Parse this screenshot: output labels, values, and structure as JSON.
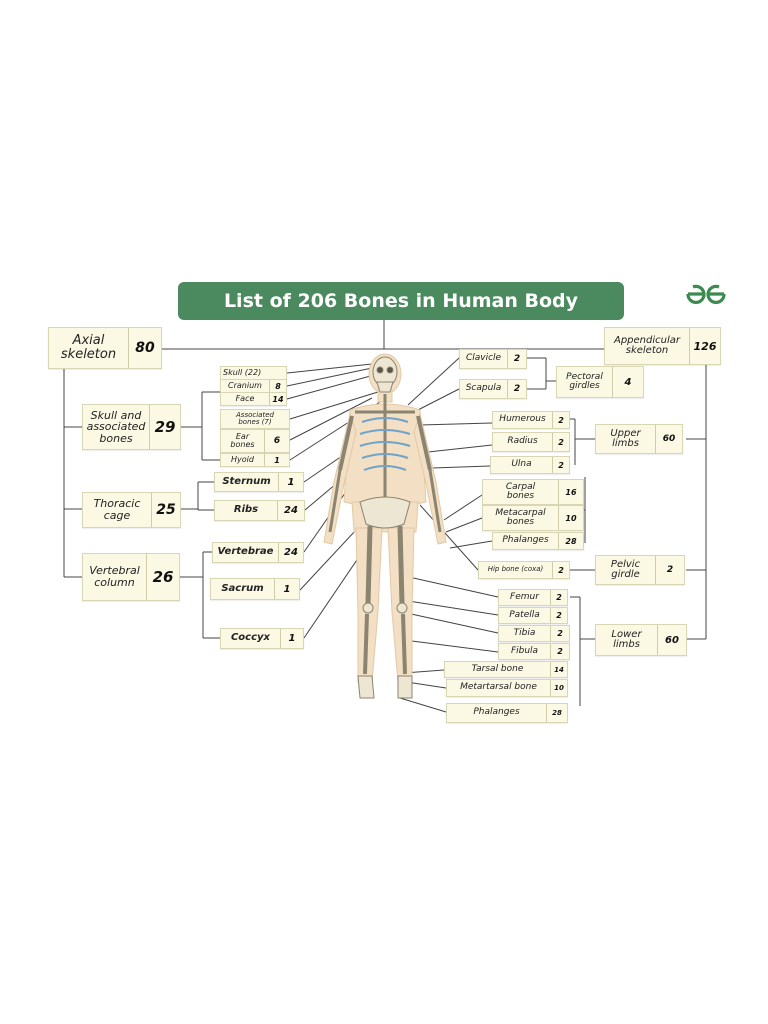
{
  "title": "List of 206 Bones in Human Body",
  "brand": {
    "logo_icon": "geeksforgeeks-logo-icon",
    "color": "#4a8a5e"
  },
  "colors": {
    "box_fill": "#fbf9e4",
    "box_border": "#d8d6b4",
    "bone": "#ece6d2",
    "body": "#f3dfc4"
  },
  "boxes": {
    "axial": {
      "label": "Axial\nskeleton",
      "value": "80"
    },
    "appendicular": {
      "label": "Appendicular\nskeleton",
      "value": "126"
    },
    "skull_assoc": {
      "label": "Skull and\nassociated\nbones",
      "value": "29"
    },
    "thoracic": {
      "label": "Thoracic\ncage",
      "value": "25"
    },
    "vertebral": {
      "label": "Vertebral\ncolumn",
      "value": "26"
    },
    "skull": {
      "label": "Skull (22)",
      "value": ""
    },
    "cranium": {
      "label": "Cranium",
      "value": "8"
    },
    "face": {
      "label": "Face",
      "value": "14"
    },
    "associated": {
      "label": "Associated\nbones (7)",
      "value": ""
    },
    "ear": {
      "label": "Ear\nbones",
      "value": "6"
    },
    "hyoid": {
      "label": "Hyoid",
      "value": "1"
    },
    "sternum": {
      "label": "Sternum",
      "value": "1"
    },
    "ribs": {
      "label": "Ribs",
      "value": "24"
    },
    "vertebrae": {
      "label": "Vertebrae",
      "value": "24"
    },
    "sacrum": {
      "label": "Sacrum",
      "value": "1"
    },
    "coccyx": {
      "label": "Coccyx",
      "value": "1"
    },
    "clavicle": {
      "label": "Clavicle",
      "value": "2"
    },
    "scapula": {
      "label": "Scapula",
      "value": "2"
    },
    "pectoral": {
      "label": "Pectoral\ngirdles",
      "value": "4"
    },
    "humerus": {
      "label": "Humerous",
      "value": "2"
    },
    "radius": {
      "label": "Radius",
      "value": "2"
    },
    "ulna": {
      "label": "Ulna",
      "value": "2"
    },
    "upper_limbs": {
      "label": "Upper\nlimbs",
      "value": "60"
    },
    "carpal": {
      "label": "Carpal\nbones",
      "value": "16"
    },
    "metacarpal": {
      "label": "Metacarpal\nbones",
      "value": "10"
    },
    "phalanges_hand": {
      "label": "Phalanges",
      "value": "28"
    },
    "hip": {
      "label": "Hip bone (coxa)",
      "value": "2"
    },
    "pelvic": {
      "label": "Pelvic\ngirdle",
      "value": "2"
    },
    "femur": {
      "label": "Femur",
      "value": "2"
    },
    "patella": {
      "label": "Patella",
      "value": "2"
    },
    "tibia": {
      "label": "Tibia",
      "value": "2"
    },
    "fibula": {
      "label": "Fibula",
      "value": "2"
    },
    "lower_limbs": {
      "label": "Lower\nlimbs",
      "value": "60"
    },
    "tarsal": {
      "label": "Tarsal bone",
      "value": "14"
    },
    "metatarsal": {
      "label": "Metartarsal bone",
      "value": "10"
    },
    "phalanges_foot": {
      "label": "Phalanges",
      "value": "28"
    }
  }
}
